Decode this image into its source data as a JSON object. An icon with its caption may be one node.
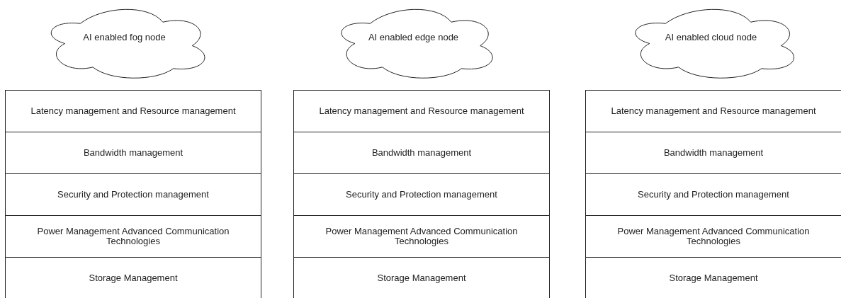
{
  "diagram": {
    "nodes": [
      {
        "text": [
          "AI enabled fog node"
        ]
      },
      {
        "text": [
          "Latency management and Resource management"
        ]
      },
      {
        "text": [
          "Bandwidth management"
        ]
      },
      {
        "text": [
          "Security and Protection management"
        ]
      },
      {
        "text": [
          "Power Management Advanced Communication Technologies"
        ]
      },
      {
        "text": [
          "Storage Management"
        ]
      },
      {
        "text": [
          "AI enabled edge node"
        ]
      },
      {
        "text": [
          "Latency management and Resource management"
        ]
      },
      {
        "text": [
          "Bandwidth management"
        ]
      },
      {
        "text": [
          "Security and Protection management"
        ]
      },
      {
        "text": [
          "Power Management Advanced Communication Technologies"
        ]
      },
      {
        "text": [
          "Storage Management"
        ]
      },
      {
        "text": [
          "AI enabled cloud node"
        ]
      },
      {
        "text": [
          "Latency management and Resource management"
        ]
      },
      {
        "text": [
          "Bandwidth management"
        ]
      },
      {
        "text": [
          "Security and Protection management"
        ]
      },
      {
        "text": [
          "Power Management Advanced Communication Technologies"
        ]
      },
      {
        "text": [
          "Storage Management"
        ]
      }
    ]
  }
}
